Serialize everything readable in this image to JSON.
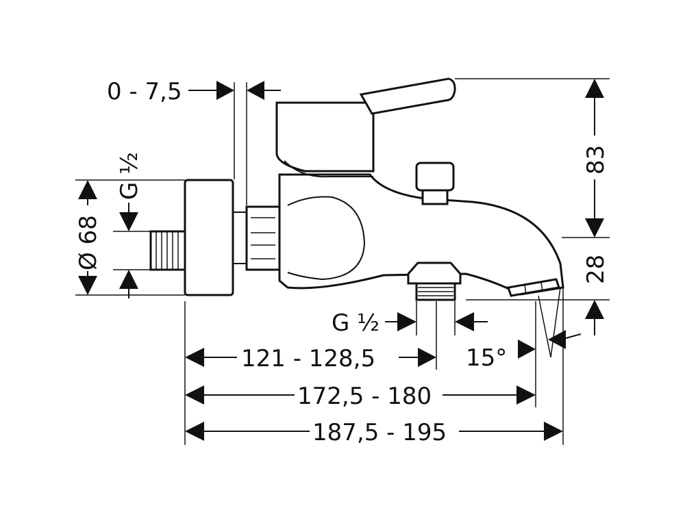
{
  "dimensions": {
    "wall_offset": "0 - 7,5",
    "inlet_thread": "G ½",
    "flange_diameter": "Ø 68",
    "height_top": "83",
    "height_spout": "28",
    "outlet_thread": "G ½",
    "spout_angle": "15°",
    "len_to_outlet": "121 - 128,5",
    "len_to_spout_tip": "172,5 - 180",
    "len_overall": "187,5 - 195"
  },
  "colors": {
    "line": "#111111",
    "background": "#ffffff"
  }
}
